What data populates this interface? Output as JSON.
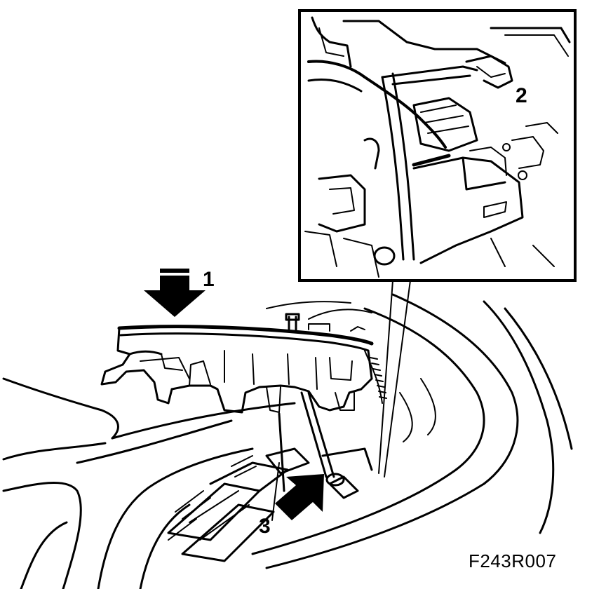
{
  "callouts": {
    "one": "1",
    "two": "2",
    "three": "3"
  },
  "figure_code": "F243R007"
}
